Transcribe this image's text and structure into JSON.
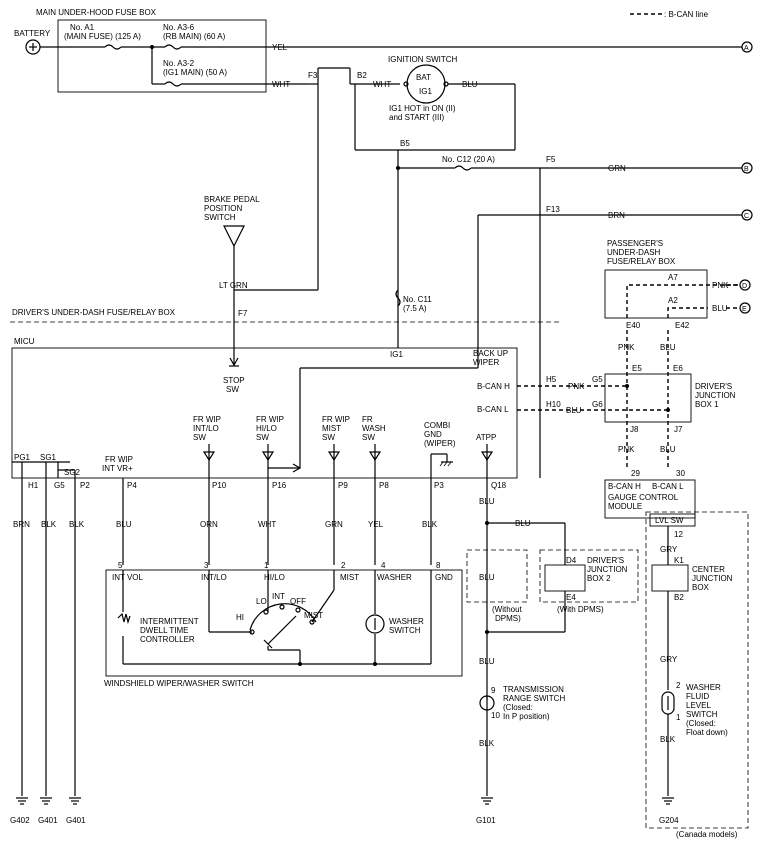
{
  "legend": {
    "dash_label": ": B-CAN line"
  },
  "fusebox_main": {
    "title": "MAIN UNDER-HOOD FUSE BOX",
    "battery": "BATTERY",
    "fuse_a1_no": "No. A1",
    "fuse_a1_desc": "(MAIN FUSE) (125 A)",
    "fuse_a36_no": "No. A3-6",
    "fuse_a36_desc": "(RB MAIN) (60 A)",
    "fuse_a32_no": "No. A3-2",
    "fuse_a32_desc": "(IG1 MAIN) (50 A)"
  },
  "wires": {
    "yel": "YEL",
    "wht": "WHT",
    "blu": "BLU",
    "grn": "GRN",
    "brn": "BRN",
    "ltgrn": "LT GRN",
    "pnk": "PNK",
    "blk": "BLK",
    "orn": "ORN",
    "gry": "GRY"
  },
  "connectors": {
    "a": "A",
    "b": "B",
    "c": "C",
    "d": "D",
    "e": "E",
    "f3": "F3",
    "b2": "B2",
    "b5": "B5",
    "f5": "F5",
    "f13": "F13",
    "f7": "F7",
    "a7": "A7",
    "a2": "A2",
    "e40": "E40",
    "e42": "E42",
    "h5": "H5",
    "h10": "H10",
    "g5": "G5",
    "g6": "G6",
    "e5": "E5",
    "e6": "E6",
    "j8": "J8",
    "j7": "J7",
    "c29": "29",
    "c30": "30",
    "c12": "12",
    "k1": "K1",
    "b2k": "B2",
    "d4": "D4",
    "e4": "E4",
    "pg1": "PG1",
    "sg1": "SG1",
    "sg2": "SG2",
    "h1": "H1",
    "g5p": "G5",
    "p2": "P2",
    "p4": "P4",
    "p10": "P10",
    "p16": "P16",
    "p9": "P9",
    "p8": "P8",
    "p3": "P3",
    "q18": "Q18",
    "n5": "5",
    "n3": "3",
    "n1": "1",
    "n2": "2",
    "n4": "4",
    "n8": "8",
    "n9": "9",
    "n10": "10",
    "n2w": "2",
    "n1w": "1"
  },
  "ignition": {
    "title": "IGNITION SWITCH",
    "bat": "BAT",
    "ig1": "IG1",
    "note1": "IG1 HOT in ON (II)",
    "note2": "and START (III)"
  },
  "fuses": {
    "c12": "No. C12 (20 A)",
    "c11_no": "No. C11",
    "c11_val": "(7.5 A)"
  },
  "brake": {
    "l1": "BRAKE PEDAL",
    "l2": "POSITION",
    "l3": "SWITCH"
  },
  "driver_box": {
    "title": "DRIVER'S UNDER-DASH FUSE/RELAY BOX",
    "micu": "MICU",
    "ig1": "IG1",
    "backup1": "BACK UP",
    "backup2": "WIPER",
    "bcanh": "B-CAN H",
    "bcanl": "B-CAN L",
    "stop1": "STOP",
    "stop2": "SW"
  },
  "inputs": {
    "fr_wip_int_lo": [
      "FR WIP",
      "INT/LO",
      "SW"
    ],
    "fr_wip_hi_lo": [
      "FR WIP",
      "HI/LO",
      "SW"
    ],
    "fr_wip_mist": [
      "FR WIP",
      "MIST",
      "SW"
    ],
    "fr_wash": [
      "FR",
      "WASH",
      "SW"
    ],
    "combi": [
      "COMBI",
      "GND",
      "(WIPER)"
    ],
    "atpp": "ATPP",
    "fr_wip_int_vr": [
      "FR WIP",
      "INT VR+"
    ]
  },
  "passenger_box": {
    "l1": "PASSENGER'S",
    "l2": "UNDER-DASH",
    "l3": "FUSE/RELAY BOX"
  },
  "djb1": {
    "l1": "DRIVER'S",
    "l2": "JUNCTION",
    "l3": "BOX 1"
  },
  "gauge": {
    "bcanh": "B-CAN H",
    "bcanl": "B-CAN L",
    "l1": "GAUGE CONTROL",
    "l2": "MODULE",
    "lvl": "LVL SW"
  },
  "cjb": {
    "l1": "CENTER",
    "l2": "JUNCTION",
    "l3": "BOX"
  },
  "djb2": {
    "l1": "DRIVER'S",
    "l2": "JUNCTION",
    "l3": "BOX 2"
  },
  "dpms": {
    "without1": "(Without",
    "without2": "DPMS)",
    "with": "(With DPMS)"
  },
  "wiper_switch": {
    "title": "WINDSHIELD WIPER/WASHER SWITCH",
    "int_vol": "INT VOL",
    "int_lo": "INT/LO",
    "hi_lo": "HI/LO",
    "mist": "MIST",
    "washer": "WASHER",
    "gnd": "GND",
    "hi": "HI",
    "lo": "LO",
    "int": "INT",
    "off": "OFF",
    "mist_pos": "MIST",
    "dwell1": "INTERMITTENT",
    "dwell2": "DWELL TIME",
    "dwell3": "CONTROLLER",
    "wsw1": "WASHER",
    "wsw2": "SWITCH"
  },
  "trs": {
    "l1": "TRANSMISSION",
    "l2": "RANGE SWITCH",
    "l3": "(Closed:",
    "l4": "In P position)"
  },
  "wfl": {
    "l1": "WASHER",
    "l2": "FLUID",
    "l3": "LEVEL",
    "l4": "SWITCH",
    "l5": "(Closed:",
    "l6": "Float down)"
  },
  "grounds": {
    "g402": "G402",
    "g401a": "G401",
    "g401b": "G401",
    "g101": "G101",
    "g204": "G204"
  },
  "canada": "(Canada models)"
}
